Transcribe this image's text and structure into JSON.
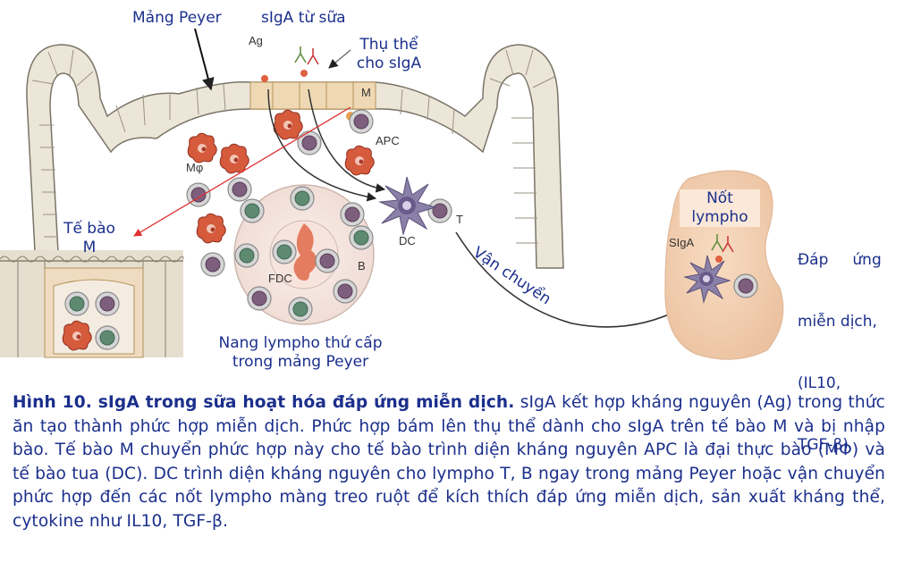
{
  "labels": {
    "mang_peyer": "Mảng Peyer",
    "siga_tu_sua": "sIgA từ sữa",
    "thu_the": "Thụ thể",
    "cho_siga": "cho sIgA",
    "te_bao": "Tế bào",
    "m": "M",
    "nang_1": "Nang lympho thứ cấp",
    "nang_2": "trong mảng Peyer",
    "not_1": "Nốt",
    "not_2": "lympho",
    "dap_1": "Đáp     ứng",
    "dap_2": "miễn dịch,",
    "dap_3": "(IL10,",
    "dap_4": "TGF-β)",
    "van_chuyen": "Vận chuyển"
  },
  "small_labels": {
    "ag": "Ag",
    "m": "M",
    "apc": "APC",
    "mphi": "Mφ",
    "dc": "DC",
    "t": "T",
    "fdc": "FDC",
    "b": "B",
    "siga": "SIgA"
  },
  "caption": {
    "title": "Hình 10. sIgA trong sữa hoạt hóa đáp ứng miễn dịch.",
    "body": " sIgA kết hợp kháng nguyên (Ag) trong thức ăn tạo thành phức hợp miễn dịch. Phức hợp bám lên thụ thể dành cho sIgA trên tế bào M và bị nhập bào. Tế bào M chuyển phức hợp này cho tế bào trình diện kháng nguyên APC là đại thực bào (MΦ) và tế bào tua (DC). DC trình diện kháng nguyên cho lympho T, B ngay trong mảng Peyer hoặc vận chuyển phức hợp đến các nốt lympho màng treo ruột để kích thích đáp ứng miễn dịch, sản xuất kháng thể, cytokine như IL10, TGF-β."
  },
  "colors": {
    "label_blue": "#1b2f8c",
    "epithelium": "#ece6d8",
    "node_fill": "#f3d2b4",
    "arrow_red": "#e03030"
  }
}
